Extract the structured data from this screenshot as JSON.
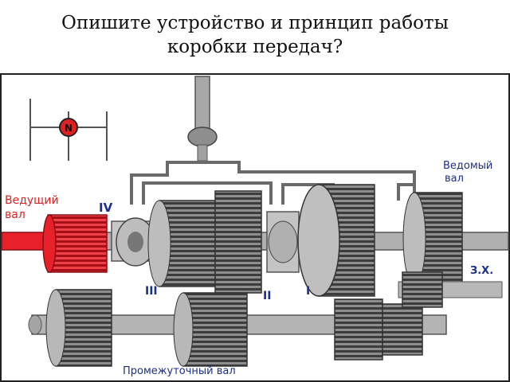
{
  "slide": {
    "title_line1": "Опишите устройство и принцип работы",
    "title_line2": "коробки передач?"
  },
  "diagram": {
    "neutral_mark": "N",
    "input_shaft_label_line1": "Ведущий",
    "input_shaft_label_line2": "вал",
    "output_shaft_label_line1": "Ведомый",
    "output_shaft_label_line2": "вал",
    "countershaft_label": "Промежуточный вал",
    "gear_iv": "IV",
    "gear_iii": "III",
    "gear_ii": "II",
    "gear_i": "I",
    "reverse_label": "З.Х.",
    "colors": {
      "input_shaft": "#e8202a",
      "input_label": "#e02020",
      "metal": "#9a9a9a",
      "metal_dark": "#4a4a4a",
      "label_blue": "#1c2f8c",
      "frame_border": "#222222"
    }
  }
}
